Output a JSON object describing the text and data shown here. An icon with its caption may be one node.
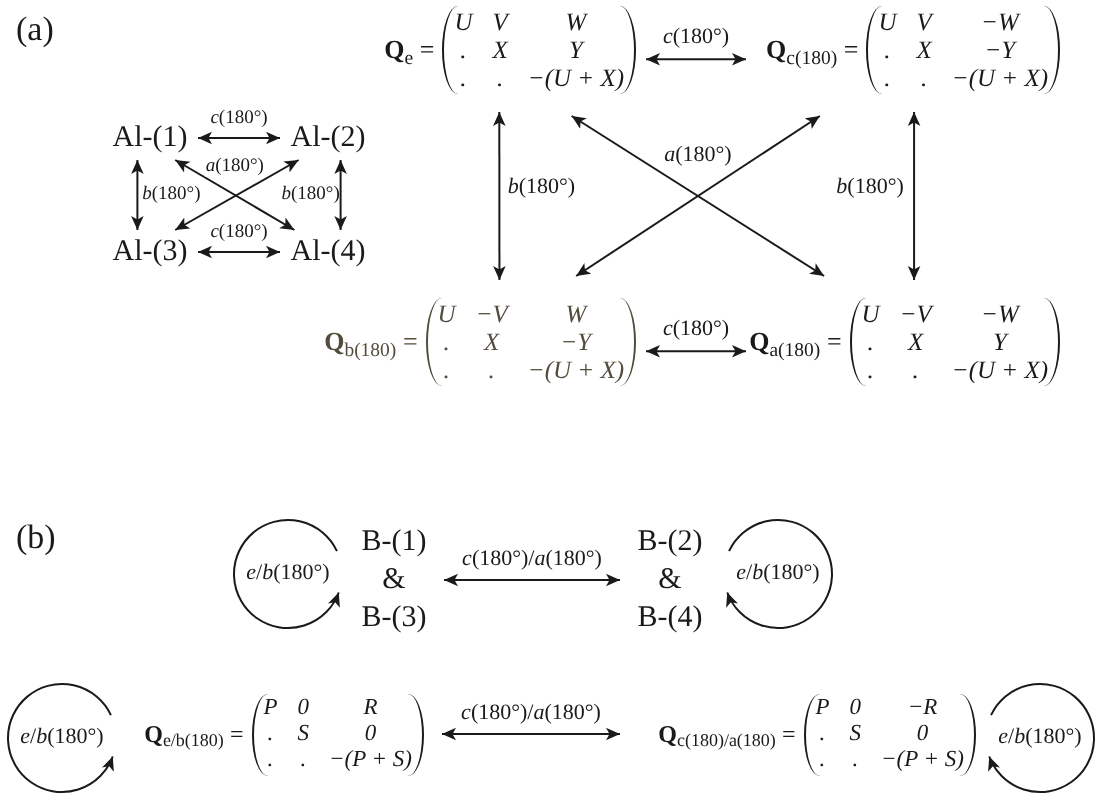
{
  "diagram": {
    "nodes": [
      {
        "text": [
          "Al-(1)"
        ]
      },
      {
        "text": [
          "Al-(2)"
        ]
      },
      {
        "text": [
          "Al-(3)"
        ]
      },
      {
        "text": [
          "Al-(4)"
        ]
      },
      {
        "text": [
          "**Q**$_{e}$ =",
          "U",
          "V",
          "W",
          ".",
          "X",
          "Y",
          ".",
          ".",
          "−(U + X)"
        ]
      },
      {
        "text": [
          "**Q**$_{c(180)}$ =",
          "U",
          "V",
          "−W",
          ".",
          "X",
          "−Y",
          ".",
          ".",
          "−(U + X)"
        ]
      },
      {
        "text": [
          "**Q**$_{b(180)}$ =",
          "U",
          "−V",
          "W",
          ".",
          "X",
          "−Y",
          ".",
          ".",
          "−(U + X)"
        ]
      },
      {
        "text": [
          "**Q**$_{a(180)}$ =",
          "U",
          "−V",
          "−W",
          ".",
          "X",
          "Y",
          ".",
          ".",
          "−(U + X)"
        ]
      },
      {
        "text": [
          "B-(1)",
          "&",
          "B-(3)"
        ]
      },
      {
        "text": [
          "B-(2)",
          "&",
          "B-(4)"
        ]
      },
      {
        "text": [
          "**Q**$_{e/b(180)}$ =",
          "P",
          "0",
          "R",
          ".",
          "S",
          "0",
          ".",
          ".",
          "−(P + S)"
        ]
      },
      {
        "text": [
          "**Q**$_{c(180)/a(180)}$ =",
          "P",
          "0",
          "−R",
          ".",
          "S",
          "0",
          ".",
          ".",
          "−(P + S)"
        ]
      }
    ],
    "edges": [
      {
        "from": 0,
        "to": 1,
        "arrow": "both",
        "label": "*c*(180°)"
      },
      {
        "from": 0,
        "to": 2,
        "arrow": "both",
        "label": "*b*(180°)"
      },
      {
        "from": 0,
        "to": 3,
        "arrow": "both",
        "label": "*a*(180°)"
      },
      {
        "from": 1,
        "to": 2,
        "arrow": "both"
      },
      {
        "from": 1,
        "to": 3,
        "arrow": "both",
        "label": "*b*(180°)"
      },
      {
        "from": 2,
        "to": 3,
        "arrow": "both",
        "label": "*c*(180°)"
      },
      {
        "from": 4,
        "to": 5,
        "arrow": "both",
        "label": "*c*(180°)"
      },
      {
        "from": 4,
        "to": 6,
        "arrow": "both",
        "label": "*b*(180°)"
      },
      {
        "from": 4,
        "to": 7,
        "arrow": "both",
        "label": "*a*(180°)"
      },
      {
        "from": 5,
        "to": 6,
        "arrow": "both"
      },
      {
        "from": 5,
        "to": 7,
        "arrow": "both",
        "label": "*b*(180°)"
      },
      {
        "from": 6,
        "to": 7,
        "arrow": "both",
        "label": "*c*(180°)"
      },
      {
        "from": 8,
        "to": 8,
        "arrow": "to",
        "label": "*e*/*b*(180°)"
      },
      {
        "from": 8,
        "to": 9,
        "arrow": "both",
        "label": "*c*(180°)/*a*(180°)"
      },
      {
        "from": 9,
        "to": 9,
        "arrow": "to",
        "label": "*e*/*b*(180°)"
      },
      {
        "from": 10,
        "to": 10,
        "arrow": "to",
        "label": "*e*/*b*(180°)"
      },
      {
        "from": 10,
        "to": 11,
        "arrow": "both",
        "label": "*c*(180°)/*a*(180°)"
      },
      {
        "from": 11,
        "to": 11,
        "arrow": "to",
        "label": "*e*/*b*(180°)"
      }
    ],
    "labels": [
      "(a)",
      "(b)"
    ]
  }
}
